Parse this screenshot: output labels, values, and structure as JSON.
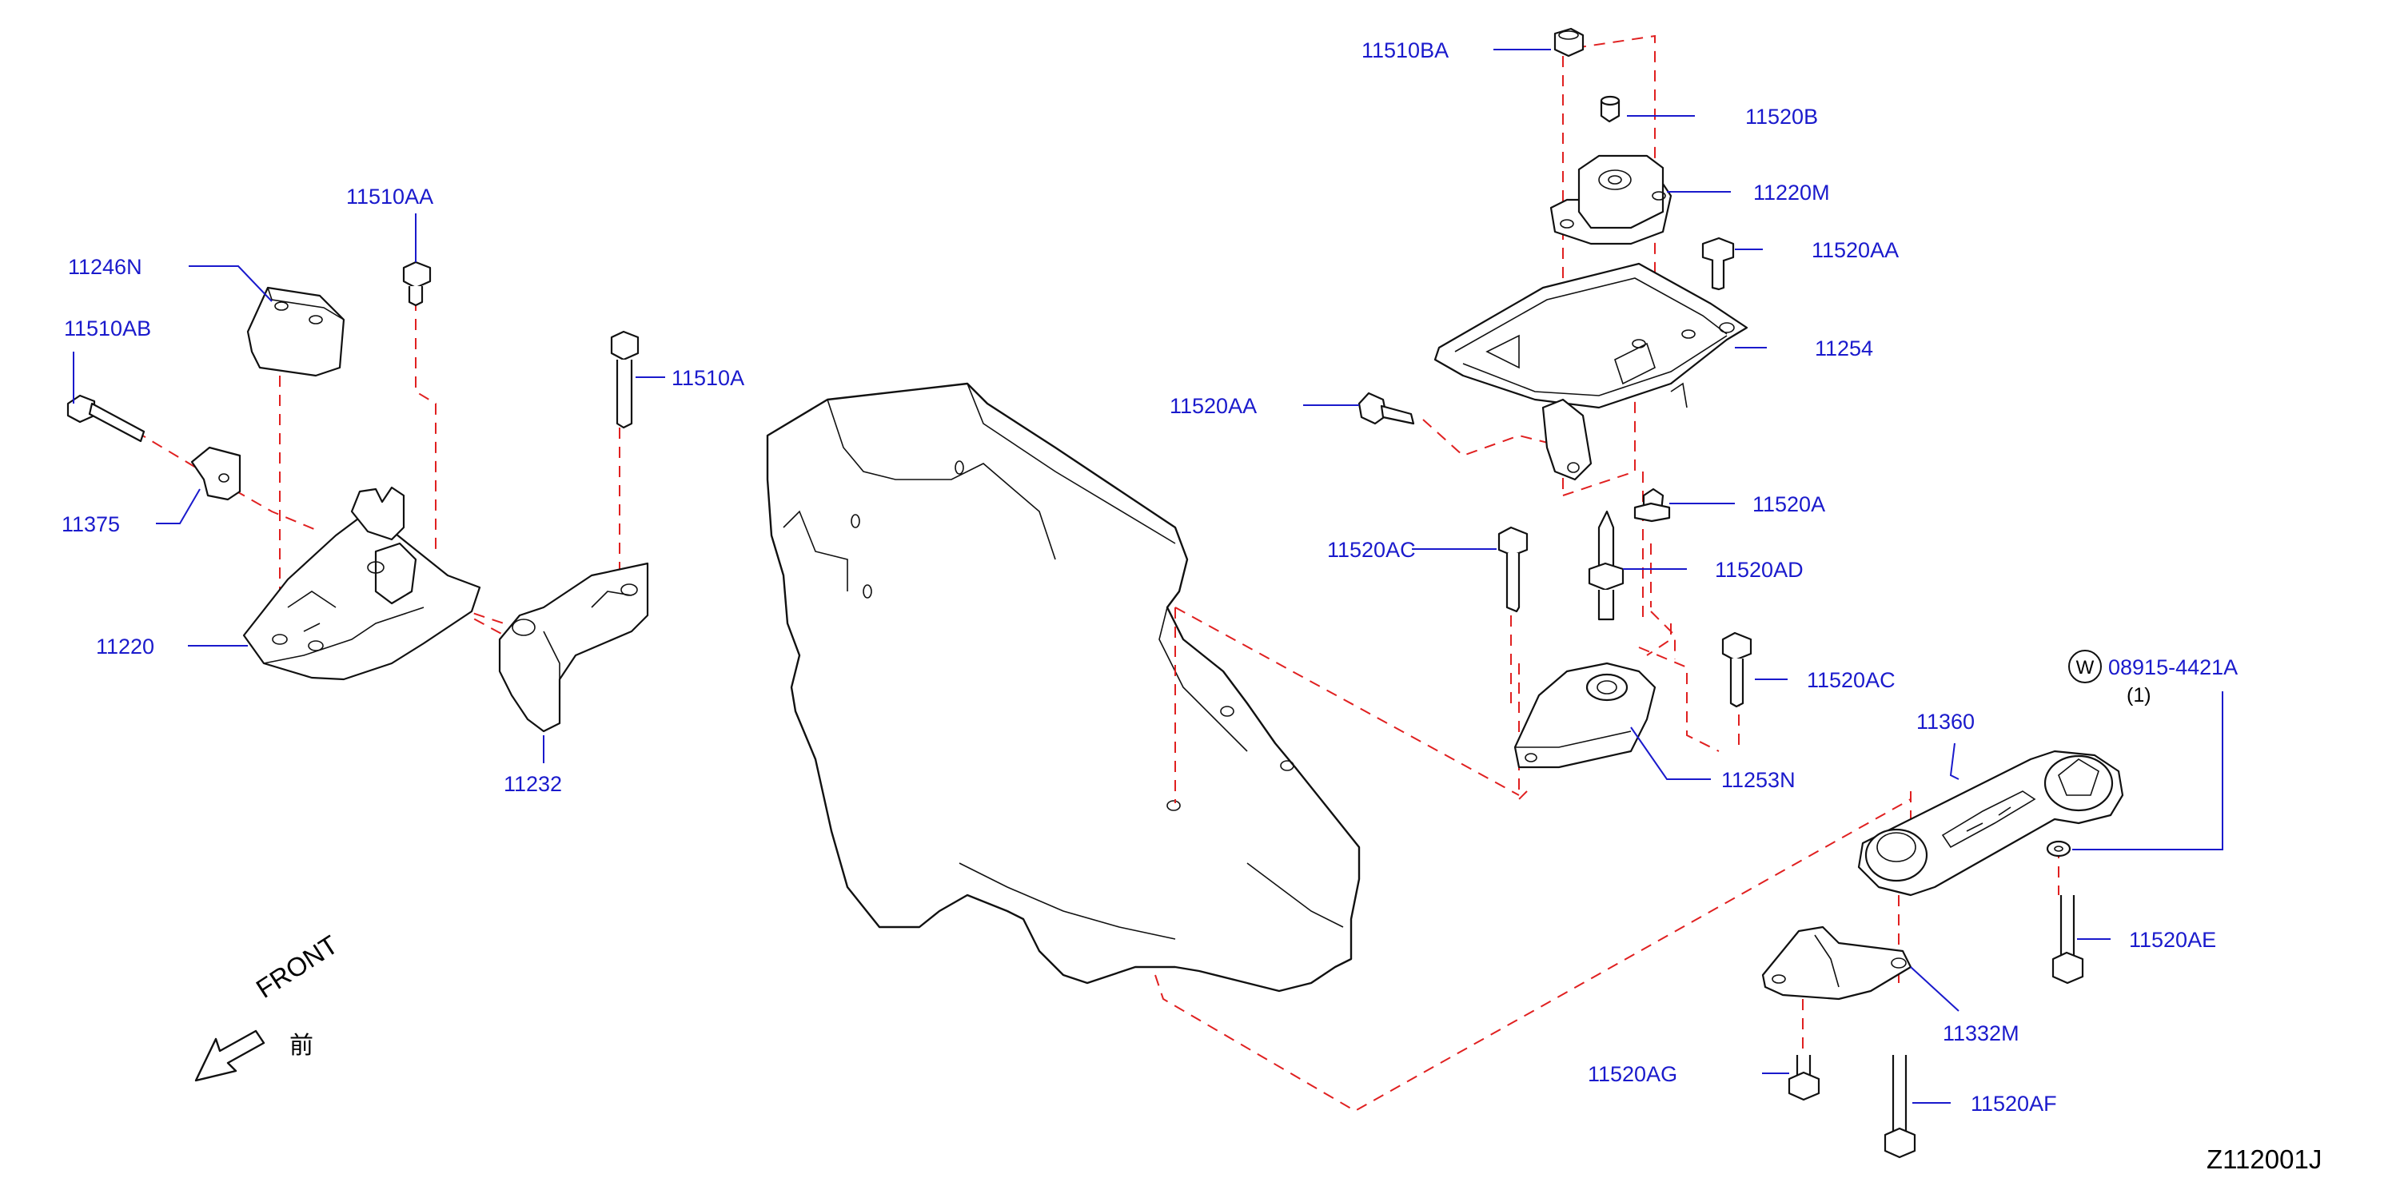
{
  "diagram_code": "Z112001J",
  "front": {
    "label": "FRONT",
    "kanji": "前"
  },
  "washer_symbol": "W",
  "parts": {
    "p11510BA": "11510BA",
    "p11520B": "11520B",
    "p11220M": "11220M",
    "p11520AA_right": "11520AA",
    "p11254": "11254",
    "p11520AA_left": "11520AA",
    "p11520A": "11520A",
    "p11520AC_left": "11520AC",
    "p11520AD": "11520AD",
    "p11520AC_right": "11520AC",
    "p11253N": "11253N",
    "p08915": "08915-4421A",
    "p08915_qty": "(1)",
    "p11360": "11360",
    "p11520AE": "11520AE",
    "p11332M": "11332M",
    "p11520AG": "11520AG",
    "p11520AF": "11520AF",
    "p11510AA": "11510AA",
    "p11246N": "11246N",
    "p11510AB": "11510AB",
    "p11510A": "11510A",
    "p11375": "11375",
    "p11220": "11220",
    "p11232": "11232"
  }
}
